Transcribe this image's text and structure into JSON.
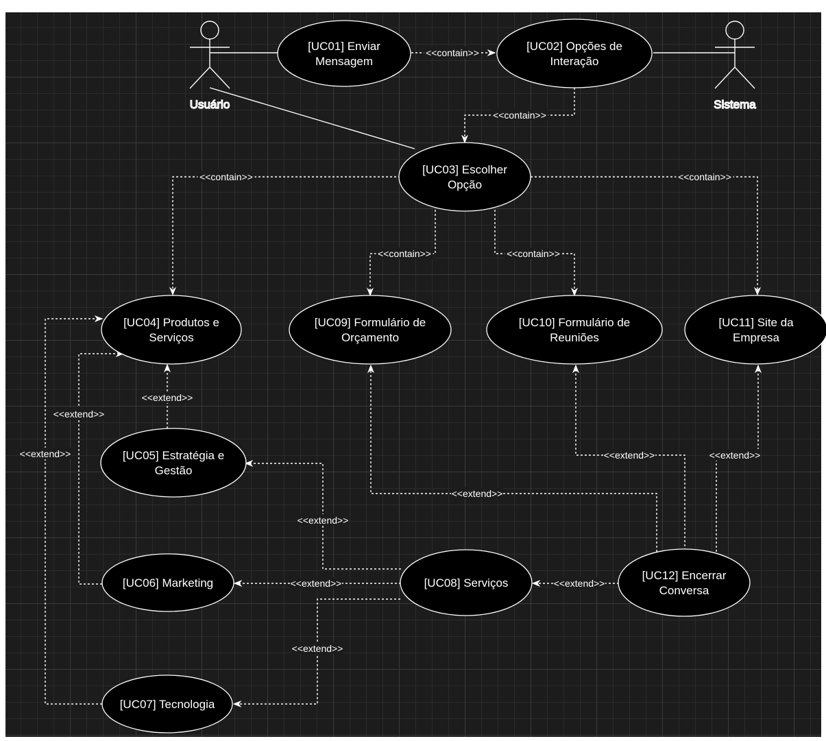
{
  "diagram": {
    "actors": [
      {
        "id": "usuario",
        "label": "Usuário"
      },
      {
        "id": "sistema",
        "label": "Sistema"
      }
    ],
    "use_cases": [
      {
        "id": "uc01",
        "lines": [
          "[UC01] Enviar",
          "Mensagem"
        ]
      },
      {
        "id": "uc02",
        "lines": [
          "[UC02] Opções de",
          "Interação"
        ]
      },
      {
        "id": "uc03",
        "lines": [
          "[UC03] Escolher",
          "Opção"
        ]
      },
      {
        "id": "uc04",
        "lines": [
          "[UC04] Produtos e",
          "Serviços"
        ]
      },
      {
        "id": "uc05",
        "lines": [
          "[UC05] Estratégia e",
          "Gestão"
        ]
      },
      {
        "id": "uc06",
        "lines": [
          "[UC06] Marketing"
        ]
      },
      {
        "id": "uc07",
        "lines": [
          "[UC07] Tecnologia"
        ]
      },
      {
        "id": "uc08",
        "lines": [
          "[UC08] Serviços"
        ]
      },
      {
        "id": "uc09",
        "lines": [
          "[UC09] Formulário de",
          "Orçamento"
        ]
      },
      {
        "id": "uc10",
        "lines": [
          "[UC10] Formulário de",
          "Reuniões"
        ]
      },
      {
        "id": "uc11",
        "lines": [
          "[UC11] Site da",
          "Empresa"
        ]
      },
      {
        "id": "uc12",
        "lines": [
          "[UC12] Encerrar",
          "Conversa"
        ]
      }
    ],
    "relations": [
      {
        "id": "uc01-uc02",
        "label": "<<contain>>"
      },
      {
        "id": "uc02-uc03",
        "label": "<<contain>>"
      },
      {
        "id": "uc03-uc04",
        "label": "<<contain>>"
      },
      {
        "id": "uc03-uc11",
        "label": "<<contain>>"
      },
      {
        "id": "uc03-uc09",
        "label": "<<contain>>"
      },
      {
        "id": "uc03-uc10",
        "label": "<<contain>>"
      },
      {
        "id": "uc05-uc04",
        "label": "<<extend>>"
      },
      {
        "id": "uc06-uc04",
        "label": "<<extend>>"
      },
      {
        "id": "uc07-uc04",
        "label": "<<extend>>"
      },
      {
        "id": "uc08-uc05",
        "label": "<<extend>>"
      },
      {
        "id": "uc08-uc06",
        "label": "<<extend>>"
      },
      {
        "id": "uc08-uc07",
        "label": "<<extend>>"
      },
      {
        "id": "uc12-uc08",
        "label": "<<extend>>"
      },
      {
        "id": "uc12-uc09",
        "label": "<<extend>>"
      },
      {
        "id": "uc12-uc10",
        "label": "<<extend>>"
      },
      {
        "id": "uc12-uc11",
        "label": "<<extend>>"
      }
    ]
  }
}
